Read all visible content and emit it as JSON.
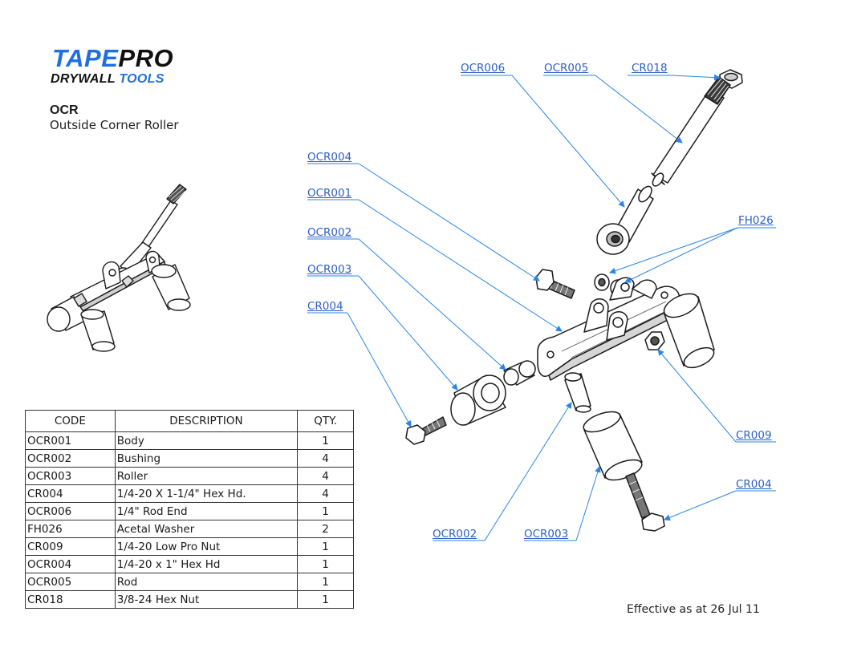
{
  "logo": {
    "brand_a": "TAPE",
    "brand_b": "PRO",
    "tag_a": "DRYWALL ",
    "tag_b": "TOOLS"
  },
  "product": {
    "code": "OCR",
    "name": "Outside Corner Roller"
  },
  "callouts": [
    "OCR006",
    "OCR005",
    "CR018",
    "OCR004",
    "OCR001",
    "FH026",
    "OCR002",
    "OCR003",
    "CR004",
    "CR009",
    "CR004",
    "OCR002",
    "OCR003"
  ],
  "bom": {
    "headers": [
      "CODE",
      "DESCRIPTION",
      "QTY."
    ],
    "rows": [
      {
        "code": "OCR001",
        "description": "Body",
        "qty": "1"
      },
      {
        "code": "OCR002",
        "description": "Bushing",
        "qty": "4"
      },
      {
        "code": "OCR003",
        "description": "Roller",
        "qty": "4"
      },
      {
        "code": "CR004",
        "description": "1/4-20 X 1-1/4\" Hex Hd.",
        "qty": "4"
      },
      {
        "code": "OCR006",
        "description": "1/4\" Rod End",
        "qty": "1"
      },
      {
        "code": "FH026",
        "description": "Acetal Washer",
        "qty": "2"
      },
      {
        "code": "CR009",
        "description": "1/4-20 Low Pro Nut",
        "qty": "1"
      },
      {
        "code": "OCR004",
        "description": "1/4-20 x 1\" Hex Hd",
        "qty": "1"
      },
      {
        "code": "OCR005",
        "description": "Rod",
        "qty": "1"
      },
      {
        "code": "CR018",
        "description": "3/8-24 Hex Nut",
        "qty": "1"
      }
    ]
  },
  "footer": {
    "effective": "Effective as at 26 Jul 11"
  },
  "colors": {
    "brand_blue": "#1f6fe0",
    "callout_blue": "#2c5fc4",
    "leader_blue": "#2a86e6"
  }
}
